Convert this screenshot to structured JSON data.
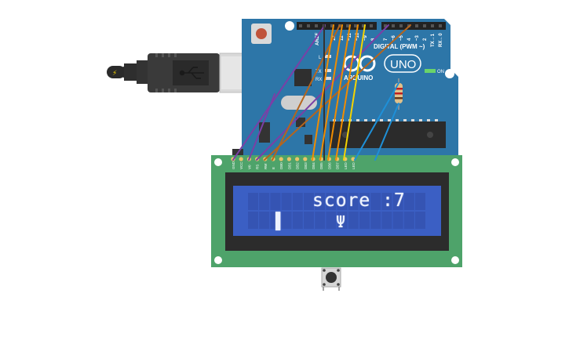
{
  "canvas": {
    "background": "#ffffff"
  },
  "colors": {
    "arduino_board": "#2d76a8",
    "arduino_board_dark": "#1f5d88",
    "header_black": "#222222",
    "usb_cable": "#333333",
    "usb_plug": "#d9d9d9",
    "lcd_pcb": "#4ea36a",
    "lcd_bezel": "#2c2c2c",
    "lcd_screen": "#3b5fc4",
    "lcd_cell": "#3554b3",
    "lcd_text": "#eef3ff",
    "wire_purple": "#7b3fa6",
    "wire_orange": "#f08c00",
    "wire_yellow": "#f5d300",
    "wire_blue": "#1e90d8",
    "wire_brown": "#b5651d",
    "reset_button": "#c0533a"
  },
  "arduino": {
    "model_label": "UNO",
    "brand_label": "ARDUINO",
    "digital_label": "DIGITAL (PWM ~)",
    "aref_label": "AREF",
    "on_label": "ON",
    "tx_label": "TX",
    "rx_label": "RX",
    "l_label": "L",
    "pin_labels": [
      "13",
      "12",
      "~11",
      "~10",
      "~9",
      "8",
      "7",
      "~6",
      "~5",
      "4",
      "~3",
      "2",
      "TX→1",
      "RX←0"
    ],
    "icons": [
      "usb-icon",
      "power-plug-icon"
    ]
  },
  "lcd": {
    "row1": "score :7",
    "row2_glyphs": [
      "player-sprite-icon",
      "obstacle-sprite-icon"
    ],
    "pin_labels": [
      "GND",
      "VCC",
      "V0",
      "RS",
      "RW",
      "E",
      "DB0",
      "DB1",
      "DB2",
      "DB3",
      "DB4",
      "DB5",
      "DB6",
      "DB7",
      "LED",
      "LED"
    ]
  },
  "components": {
    "resistor": "resistor",
    "pushbutton": "pushbutton"
  }
}
